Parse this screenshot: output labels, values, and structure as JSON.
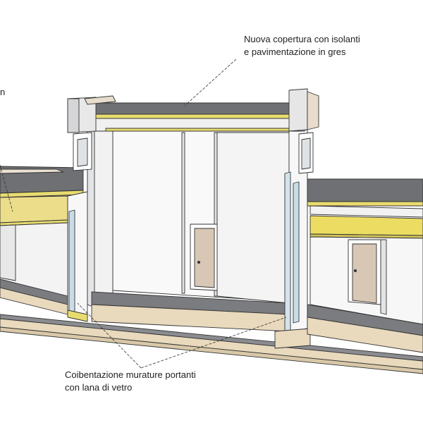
{
  "annotations": {
    "roof": {
      "line1": "Nuova copertura con isolanti",
      "line2": "e pavimentazione in gres"
    },
    "walls": {
      "line1": "Coibentazione murature portanti",
      "line2": "con lana di vetro"
    },
    "cut_left": {
      "text": "n"
    }
  },
  "palette": {
    "roof_gray": "#6e7073",
    "insulation_yellow": "#e9dc6f",
    "wall_white": "#f7f7f7",
    "wall_shade": "#e3e4e6",
    "glass_wool_blue": "#c9dde9",
    "floor_gray": "#7a7c7f",
    "foundation_sand": "#e9d9bd",
    "door_brown": "#d8c7b5",
    "outline": "#333333"
  }
}
